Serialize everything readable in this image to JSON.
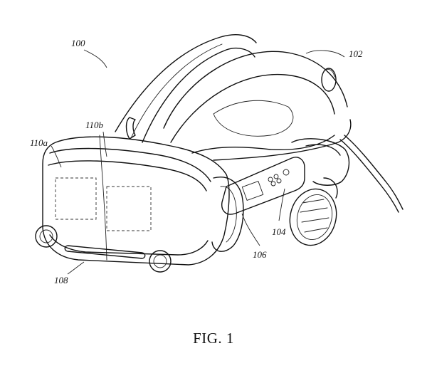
{
  "figure": {
    "caption": "FIG. 1",
    "labels": {
      "device": "100",
      "headband": "102",
      "side_module": "104",
      "side_arm": "106",
      "face_bottom": "108",
      "left_display": "110a",
      "right_display": "110b"
    }
  }
}
